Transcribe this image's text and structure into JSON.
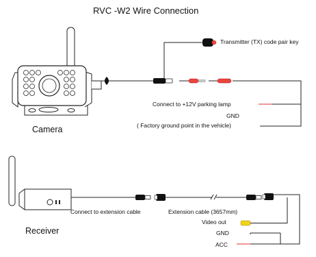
{
  "title": "RVC -W2 Wire Connection",
  "camera_label": "Camera",
  "receiver_label": "Receiver",
  "camera_wiring": {
    "tx_key": "Transmitter (TX) code pair key",
    "parking_lamp": "Connect to +12V parking lamp",
    "gnd": "GND",
    "ground_note": "( Factory ground point in the vehicle)"
  },
  "receiver_wiring": {
    "connect_ext": "Connect to extension cable",
    "ext_cable": "Extension cable (3657mm)",
    "video_out": "Video out",
    "gnd": "GND",
    "acc": "ACC"
  },
  "colors": {
    "wire": "#222222",
    "red_wire": "#e03030",
    "yellow_plug": "#f2d21c",
    "red_plug": "#e8463c"
  }
}
